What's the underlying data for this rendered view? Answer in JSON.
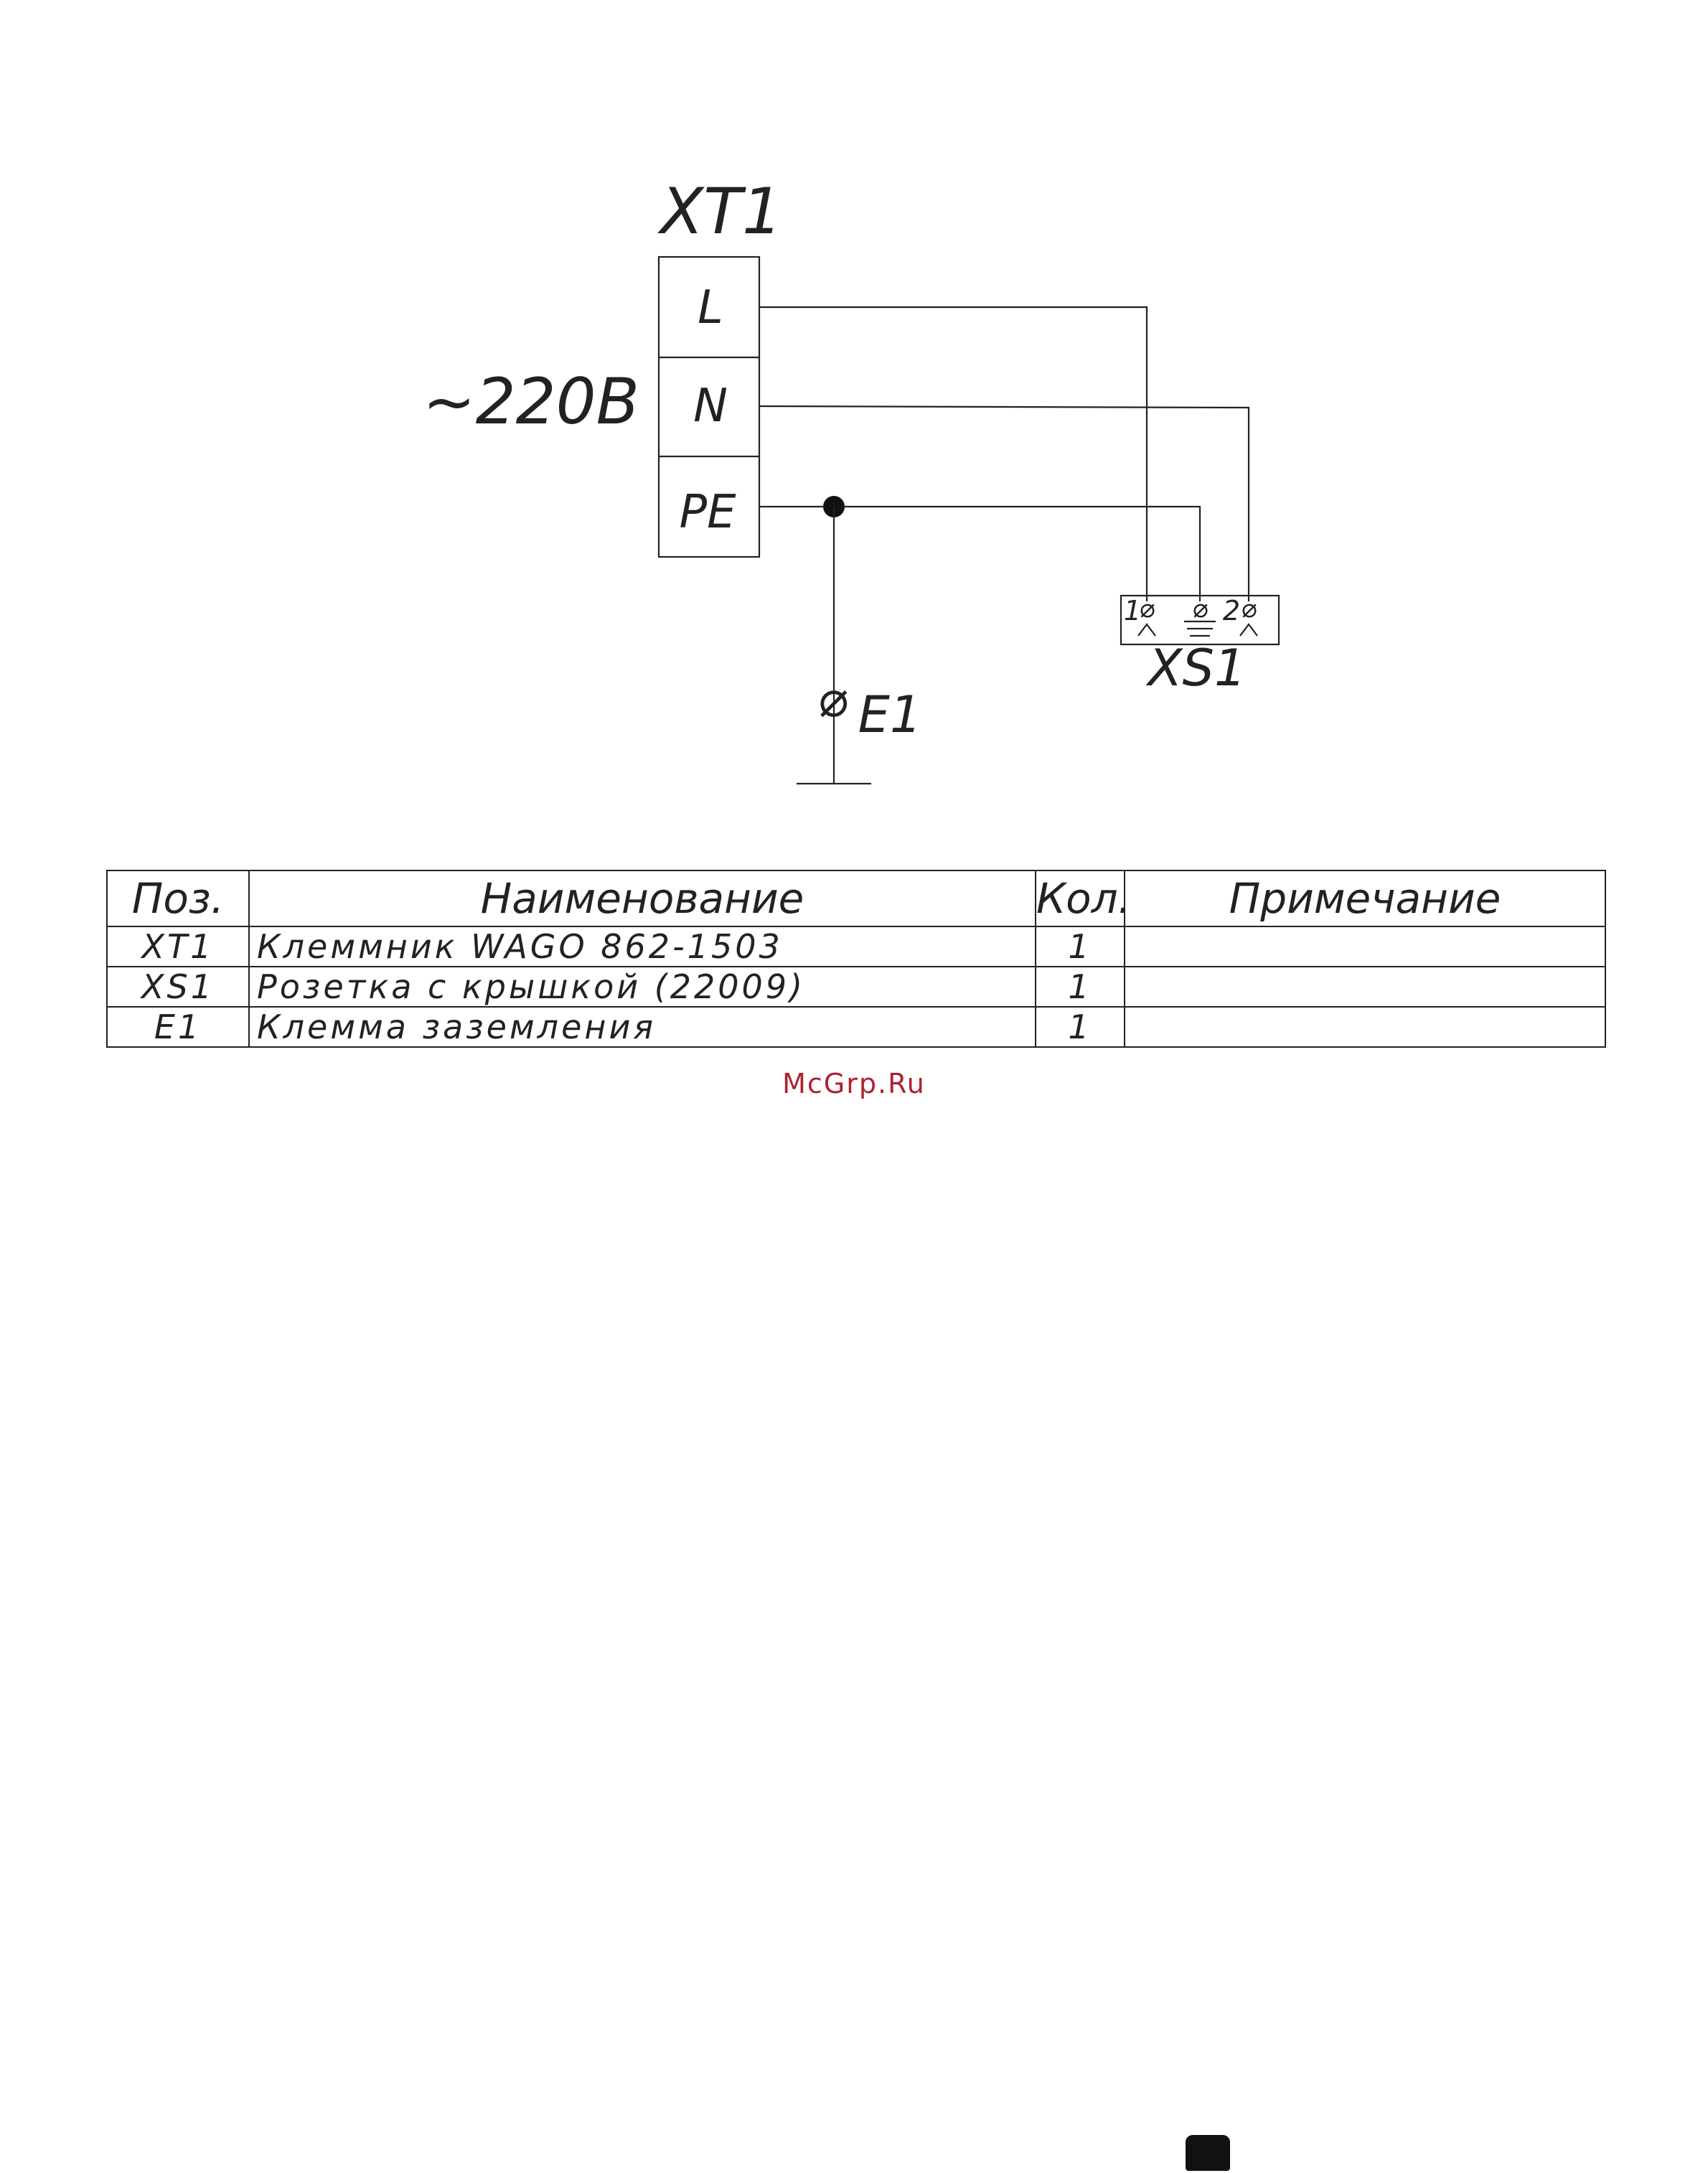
{
  "diagram": {
    "terminal_block": {
      "label": "XT1",
      "voltage": "~220B",
      "terminals": [
        "L",
        "N",
        "PE"
      ]
    },
    "ground_clamp": {
      "label": "E1"
    },
    "socket": {
      "label": "XS1",
      "pin1": "1",
      "pin2": "2"
    },
    "symbols": {
      "clamp": "⌀"
    }
  },
  "spec_table": {
    "headers": {
      "pos": "Поз.",
      "name": "Наименование",
      "qty": "Кол.",
      "note": "Примечание"
    },
    "rows": [
      {
        "pos": "XT1",
        "name": "Клеммник WAGO 862-1503",
        "qty": "1",
        "note": ""
      },
      {
        "pos": "XS1",
        "name": "Розетка с крышкой (22009)",
        "qty": "1",
        "note": ""
      },
      {
        "pos": "E1",
        "name": "Клемма заземления",
        "qty": "1",
        "note": ""
      }
    ]
  },
  "watermark": "McGrp.Ru",
  "colors": {
    "ink": "#222222",
    "watermark": "#b02030"
  }
}
